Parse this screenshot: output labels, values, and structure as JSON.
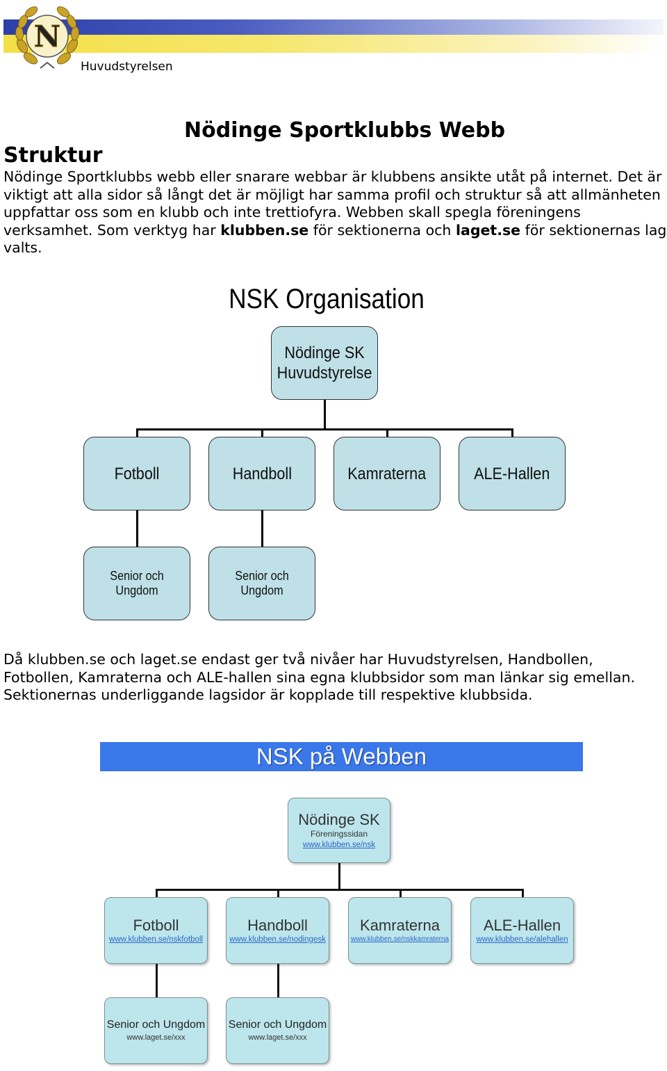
{
  "header": {
    "logo_letter": "N",
    "label": "Huvudstyrelsen",
    "colors": {
      "band_blue": "#2c3fa8",
      "band_yellow": "#f3e047",
      "logo_gold": "#c9a227"
    }
  },
  "document": {
    "title": "Nödinge Sportklubbs Webb",
    "section_title": "Struktur",
    "paragraph1": {
      "part1": "Nödinge Sportklubbs webb eller snarare webbar är klubbens ansikte utåt på internet. Det är viktigt att alla sidor så långt det är möjligt har samma profil och struktur så att allmänheten uppfattar oss som en klubb och inte trettiofyra. Webben skall spegla föreningens verksamhet. Som verktyg har ",
      "bold1": "klubben.se",
      "part2": " för sektionerna och ",
      "bold2": "laget.se",
      "part3": " för sektionernas lag valts."
    },
    "paragraph2": "Då klubben.se och laget.se endast ger två nivåer har Huvudstyrelsen, Handbollen, Fotbollen, Kamraterna och ALE-hallen sina egna klubbsidor som man länkar sig emellan. Sektionernas underliggande lagsidor är kopplade till respektive klubbsida."
  },
  "org_chart": {
    "title": "NSK Organisation",
    "root": {
      "line1": "Nödinge SK",
      "line2": "Huvudstyrelse"
    },
    "sections": [
      "Fotboll",
      "Handboll",
      "Kamraterna",
      "ALE-Hallen"
    ],
    "subs": [
      "Senior och Ungdom",
      "Senior och Ungdom"
    ],
    "colors": {
      "box_fill": "#bfe0e6"
    }
  },
  "web_chart": {
    "title": "NSK på Webben",
    "root": {
      "title": "Nödinge SK",
      "subtitle": "Föreningssidan",
      "url": "www.klubben.se/nsk"
    },
    "sections": [
      {
        "title": "Fotboll",
        "url": "www.klubben.se/nskfotboll"
      },
      {
        "title": "Handboll",
        "url": "www.klubben.se/nodingesk"
      },
      {
        "title": "Kamraterna",
        "url": "www.klubben.se/nskkamraterna"
      },
      {
        "title": "ALE-Hallen",
        "url": "www.klubben.se/alehallen"
      }
    ],
    "subs": [
      {
        "title": "Senior och Ungdom",
        "url": "www.laget.se/xxx"
      },
      {
        "title": "Senior och Ungdom",
        "url": "www.laget.se/xxx"
      }
    ],
    "colors": {
      "banner": "#3a78ea",
      "box_fill": "#bde6ec",
      "link": "#2a66c8"
    }
  }
}
